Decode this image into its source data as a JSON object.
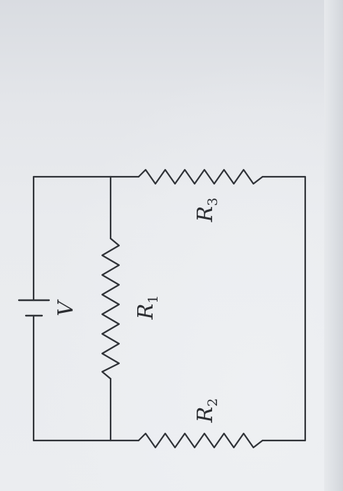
{
  "diagram": {
    "source_label": "V",
    "resistors": [
      {
        "id": "r1",
        "letter": "R",
        "subscript": "1"
      },
      {
        "id": "r2",
        "letter": "R",
        "subscript": "2"
      },
      {
        "id": "r3",
        "letter": "R",
        "subscript": "3"
      }
    ],
    "colors": {
      "wire": "#2f3237",
      "paper": "#e9ebee"
    }
  }
}
